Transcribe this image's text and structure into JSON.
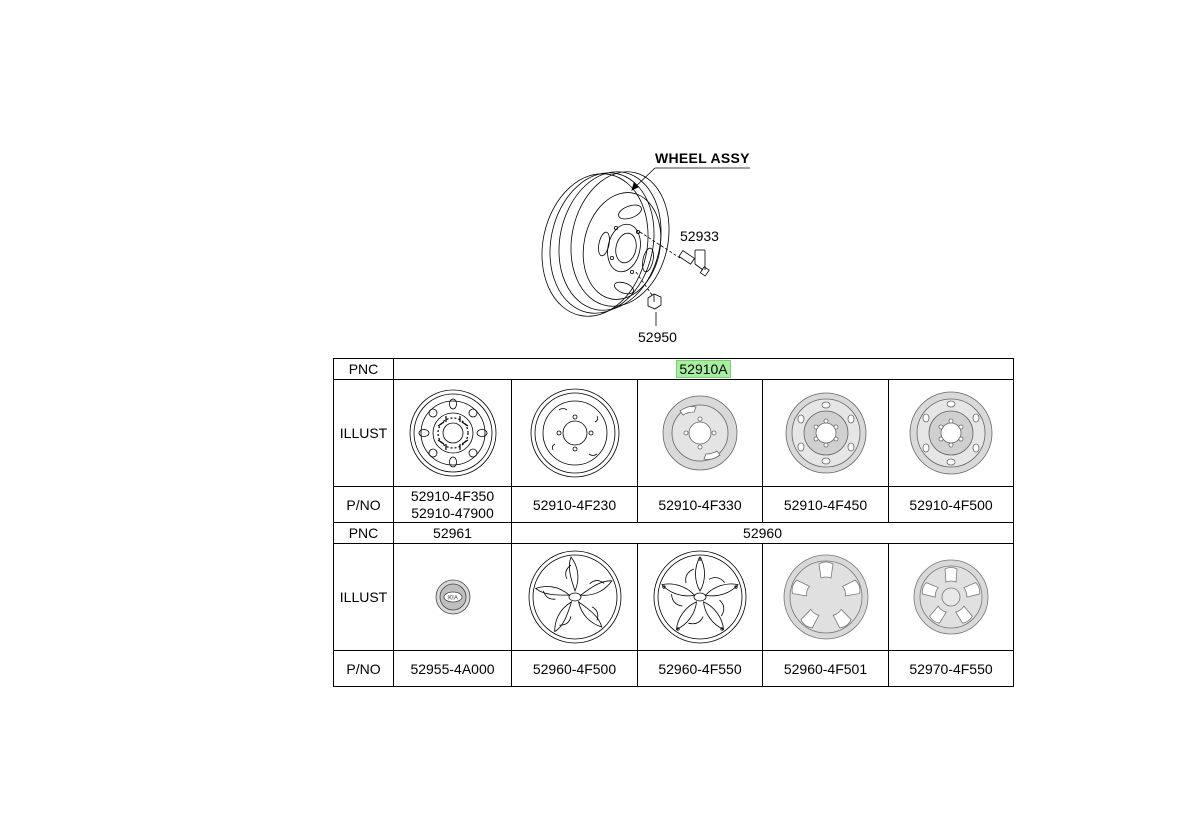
{
  "diagram": {
    "title": "WHEEL ASSY",
    "callouts": {
      "valve": "52933",
      "nut": "52950"
    }
  },
  "table": {
    "row_labels": {
      "pnc": "PNC",
      "illust": "ILLUST",
      "pno": "P/NO"
    },
    "section1": {
      "pnc": "52910A",
      "items": [
        {
          "icon": "steel-wheel-slotted-icon",
          "pno": [
            "52910-4F350",
            "52910-47900"
          ]
        },
        {
          "icon": "steel-wheel-plain-icon",
          "pno": [
            "52910-4F230"
          ]
        },
        {
          "icon": "steel-wheel-gray-4hole-icon",
          "pno": [
            "52910-4F330"
          ]
        },
        {
          "icon": "steel-wheel-gray-6hole-icon",
          "pno": [
            "52910-4F450"
          ]
        },
        {
          "icon": "steel-wheel-gray-6hole-icon",
          "pno": [
            "52910-4F500"
          ]
        }
      ]
    },
    "section2": {
      "pnc_first": "52961",
      "pnc_rest": "52960",
      "items": [
        {
          "icon": "center-cap-icon",
          "pno": "52955-4A000"
        },
        {
          "icon": "wheel-cover-line-icon",
          "pno": "52960-4F500"
        },
        {
          "icon": "wheel-cover-line-icon",
          "pno": "52960-4F550"
        },
        {
          "icon": "wheel-cover-gray-icon",
          "pno": "52960-4F501"
        },
        {
          "icon": "wheel-cover-gray-icon",
          "pno": "52970-4F550"
        }
      ]
    }
  },
  "colors": {
    "highlight": "#a6ef9f",
    "wheel_gray": "#d9d9d9",
    "line": "#000000"
  }
}
